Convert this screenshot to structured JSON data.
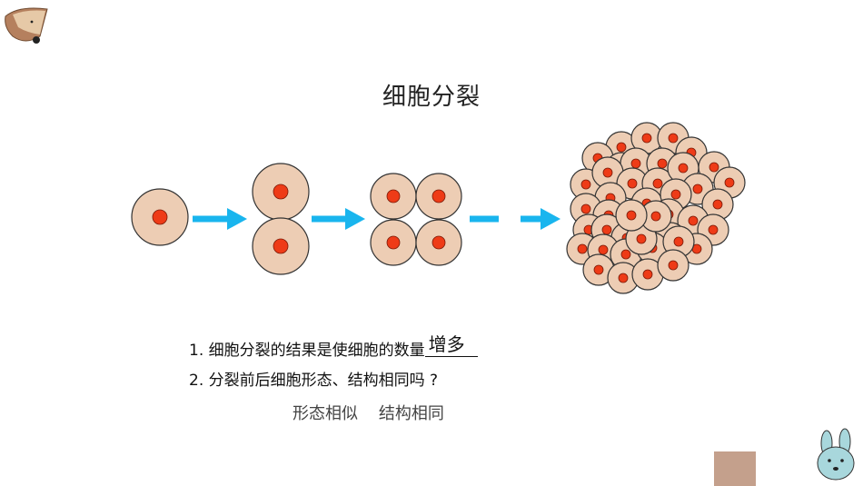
{
  "title": "细胞分裂",
  "questions": [
    {
      "text": "1. 细胞分裂的结果是使细胞的数量",
      "answer": "增多"
    },
    {
      "text": "2. 分裂前后细胞形态、结构相同吗 ?"
    }
  ],
  "answer2": "形态相似    结构相同",
  "icons": [
    "hedgehog-icon",
    "bunny-icon",
    "arrow-right-icon"
  ],
  "colors": {
    "cell_fill": "#edcdb4",
    "cell_stroke": "#333333",
    "nucleus": "#ee3b17",
    "arrow": "#19b5ee",
    "footer_box": "#c4a08c"
  }
}
